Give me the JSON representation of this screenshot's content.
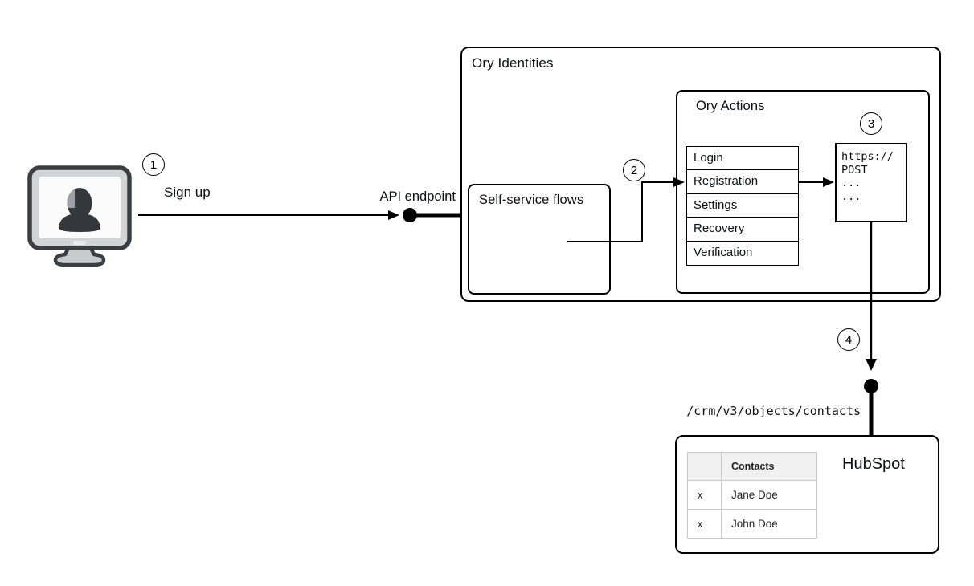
{
  "colors": {
    "line": "#000000",
    "background": "#ffffff",
    "monitor_outline": "#3a3e43",
    "monitor_bezel": "#d3d4d6",
    "monitor_screen": "#fbfbfb",
    "monitor_person": "#34383d",
    "monitor_person_highlight": "#9ba1a7",
    "table_header_bg": "#f1f1f2",
    "table_border": "#c9c9cb"
  },
  "steps": [
    "1",
    "2",
    "3",
    "4"
  ],
  "client": {
    "icon": "user-computer-icon",
    "action_label": "Sign up"
  },
  "api_endpoint_label": "API endpoint",
  "ory_identities": {
    "title": "Ory Identities",
    "self_service_flows": {
      "title": "Self-service flows"
    },
    "ory_actions": {
      "title": "Ory Actions",
      "flows": [
        "Login",
        "Registration",
        "Settings",
        "Recovery",
        "Verification"
      ],
      "webhook_request": {
        "lines": [
          "https://",
          "POST",
          "...",
          "..."
        ]
      }
    }
  },
  "hubspot": {
    "endpoint_path": "/crm/v3/objects/contacts",
    "title": "HubSpot",
    "contacts_table": {
      "header": "Contacts",
      "rows": [
        {
          "marker": "x",
          "name": "Jane Doe"
        },
        {
          "marker": "x",
          "name": "John Doe"
        }
      ]
    }
  }
}
